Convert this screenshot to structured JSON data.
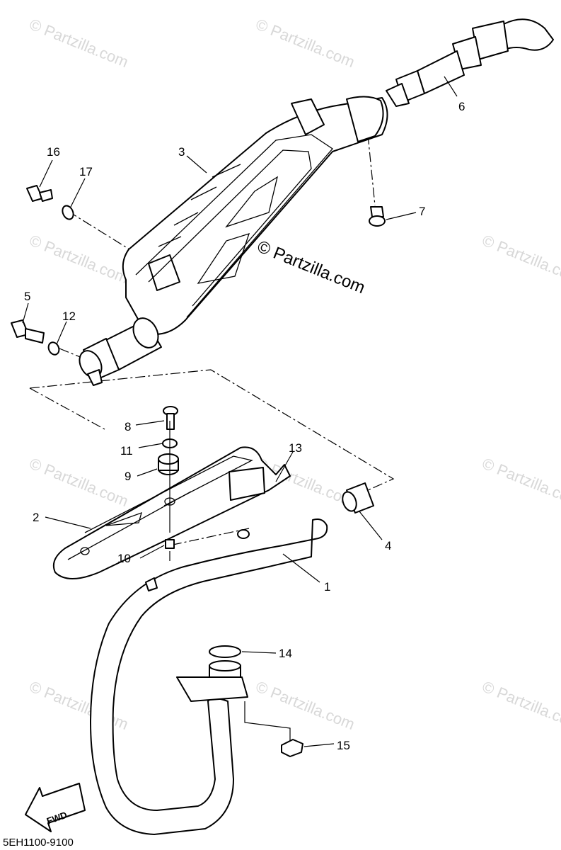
{
  "watermark": {
    "text": "© Partzilla.com"
  },
  "center_watermark": {
    "text": "© Partzilla.com"
  },
  "diagram_code": "5EH1100-9100",
  "fwd_label": "FWD",
  "callouts": {
    "c1": "1",
    "c2": "2",
    "c3": "3",
    "c4": "4",
    "c5": "5",
    "c6": "6",
    "c7": "7",
    "c8": "8",
    "c9": "9",
    "c10": "10",
    "c11": "11",
    "c12": "12",
    "c13": "13",
    "c14": "14",
    "c15": "15",
    "c16": "16",
    "c17": "17"
  }
}
